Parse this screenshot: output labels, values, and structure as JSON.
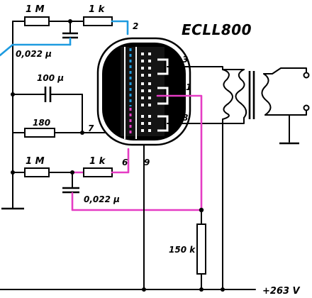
{
  "diagram": {
    "tube_name": "ECLL800",
    "pins": {
      "p2": "2",
      "p3": "3",
      "p1": "1",
      "p8": "8",
      "p7": "7",
      "p6": "6",
      "p9": "9"
    },
    "components": {
      "r_top_left": "1 M",
      "r_top_right": "1 k",
      "c_top": "0,022 µ",
      "c_cathode": "100 µ",
      "r_cathode": "180",
      "r_bottom_left": "1 M",
      "r_bottom_right": "1 k",
      "c_bottom": "0,022 µ",
      "r_screen": "150 k"
    },
    "supply": "+263 V",
    "colors": {
      "input_blue": "#1e9be0",
      "screen_pink": "#e53cc4",
      "ink": "#000000"
    }
  }
}
